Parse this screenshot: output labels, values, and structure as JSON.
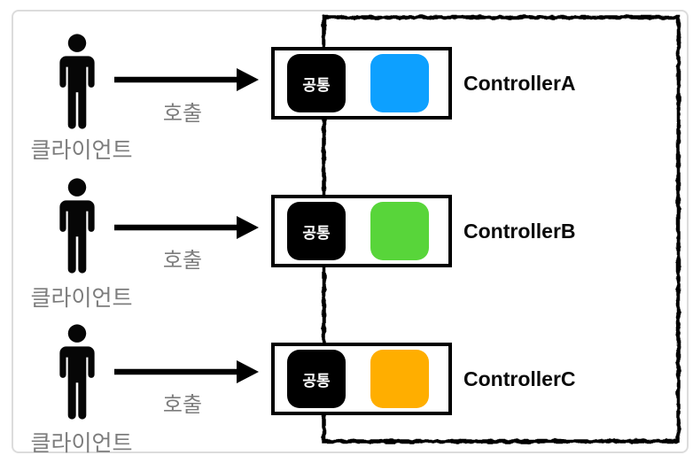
{
  "diagram": {
    "clients": [
      {
        "label": "클라이언트",
        "call_label": "호출"
      },
      {
        "label": "클라이언트",
        "call_label": "호출"
      },
      {
        "label": "클라이언트",
        "call_label": "호출"
      }
    ],
    "controllers": [
      {
        "name": "ControllerA",
        "badge": "공통",
        "color": "#0da0ff"
      },
      {
        "name": "ControllerB",
        "badge": "공통",
        "color": "#58d53a"
      },
      {
        "name": "ControllerC",
        "badge": "공통",
        "color": "#ffae00"
      }
    ],
    "colors": {
      "badge_background": "#000000",
      "badge_text": "#ffffff",
      "label_text_gray": "#7d7d7d",
      "border_black": "#000000"
    }
  }
}
